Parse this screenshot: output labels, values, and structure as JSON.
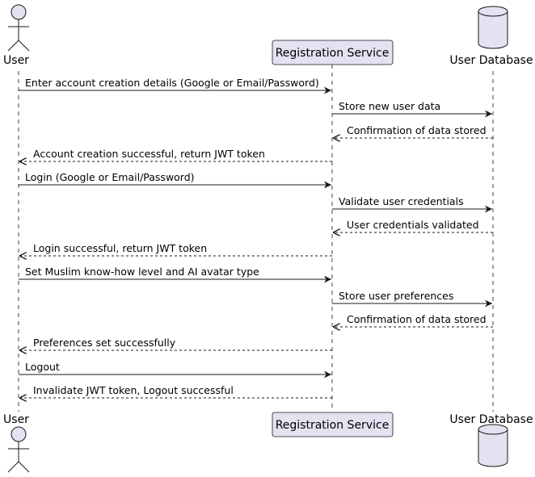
{
  "participants": {
    "user": {
      "label": "User",
      "kind": "actor"
    },
    "service": {
      "label": "Registration Service",
      "kind": "participant"
    },
    "db": {
      "label": "User Database",
      "kind": "database"
    }
  },
  "messages": [
    {
      "from": "user",
      "to": "service",
      "text": "Enter account creation details (Google or Email/Password)",
      "style": "solid"
    },
    {
      "from": "service",
      "to": "db",
      "text": "Store new user data",
      "style": "solid"
    },
    {
      "from": "db",
      "to": "service",
      "text": "Confirmation of data stored",
      "style": "dashed"
    },
    {
      "from": "service",
      "to": "user",
      "text": "Account creation successful, return JWT token",
      "style": "dashed"
    },
    {
      "from": "user",
      "to": "service",
      "text": "Login (Google or Email/Password)",
      "style": "solid"
    },
    {
      "from": "service",
      "to": "db",
      "text": "Validate user credentials",
      "style": "solid"
    },
    {
      "from": "db",
      "to": "service",
      "text": "User credentials validated",
      "style": "dashed"
    },
    {
      "from": "service",
      "to": "user",
      "text": "Login successful, return JWT token",
      "style": "dashed"
    },
    {
      "from": "user",
      "to": "service",
      "text": "Set Muslim know-how level and AI avatar type",
      "style": "solid"
    },
    {
      "from": "service",
      "to": "db",
      "text": "Store user preferences",
      "style": "solid"
    },
    {
      "from": "db",
      "to": "service",
      "text": "Confirmation of data stored",
      "style": "dashed"
    },
    {
      "from": "service",
      "to": "user",
      "text": "Preferences set successfully",
      "style": "dashed"
    },
    {
      "from": "user",
      "to": "service",
      "text": "Logout",
      "style": "solid"
    },
    {
      "from": "service",
      "to": "user",
      "text": "Invalidate JWT token, Logout successful",
      "style": "dashed"
    }
  ],
  "colors": {
    "participant_fill": "#E2E2F0",
    "participant_stroke": "#181818",
    "lifeline": "#181818",
    "arrow": "#181818"
  }
}
